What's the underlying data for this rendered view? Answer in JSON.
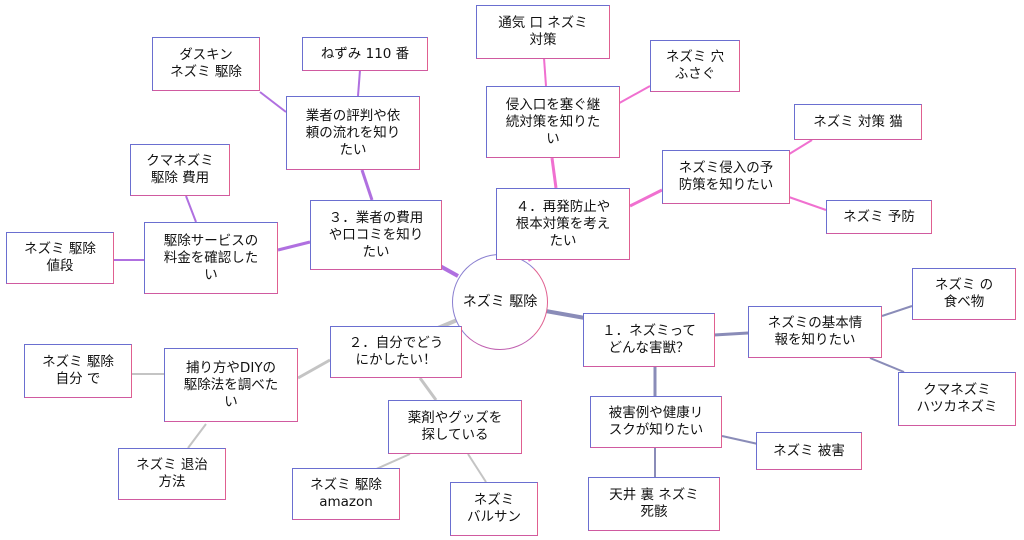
{
  "root": {
    "label": "ネズミ 駆除"
  },
  "branches": {
    "b1": {
      "label": "１．ネズミって\nどんな害獣？",
      "children": {
        "basic": {
          "label": "ネズミの基本情\n報を知りたい",
          "children": {
            "food": "ネズミ の\n食べ物",
            "kumanezumi": "クマネズミ\nハツカネズミ"
          }
        },
        "damage": {
          "label": "被害例や健康リ\nスクが知りたい",
          "children": {
            "higai": "ネズミ 被害",
            "tenjo": "天井 裏 ネズミ\n死骸"
          }
        }
      }
    },
    "b2": {
      "label": "２．自分でどう\nにかしたい！",
      "children": {
        "diy": {
          "label": "捕り方やDIYの\n駆除法を調べた\nい",
          "children": {
            "jibun": "ネズミ 駆除\n自分 で",
            "taiji": "ネズミ 退治\n方法"
          }
        },
        "goods": {
          "label": "薬剤やグッズを\n探している",
          "children": {
            "amazon": "ネズミ 駆除\namazon",
            "barusan": "ネズミ\nバルサン"
          }
        }
      }
    },
    "b3": {
      "label": "３．業者の費用\nや口コミを知り\nたい",
      "children": {
        "review": {
          "label": "業者の評判や依\n頼の流れを知り\nたい",
          "children": {
            "duskin": "ダスキン\nネズミ 駆除",
            "n110": "ねずみ 110 番"
          }
        },
        "price": {
          "label": "駆除サービスの\n料金を確認した\nい",
          "children": {
            "hiyo": "クマネズミ\n駆除 費用",
            "nedan": "ネズミ 駆除\n値段"
          }
        }
      }
    },
    "b4": {
      "label": "４．再発防止や\n根本対策を考え\nたい",
      "children": {
        "entry": {
          "label": "侵入口を塞ぐ継\n続対策を知りた\nい",
          "children": {
            "tsuki": "通気 口 ネズミ\n対策",
            "ana": "ネズミ 穴\nふさぐ"
          }
        },
        "prevent": {
          "label": "ネズミ侵入の予\n防策を知りたい",
          "children": {
            "neko": "ネズミ 対策 猫",
            "yobo": "ネズミ 予防"
          }
        }
      }
    }
  },
  "colors": {
    "b1_edge": "#8a8cb8",
    "b2_edge": "#c4c4c4",
    "b3_edge": "#b070e0",
    "b4_edge": "#f070d0",
    "border_a": "#6a6fd0",
    "border_b": "#e06090"
  }
}
